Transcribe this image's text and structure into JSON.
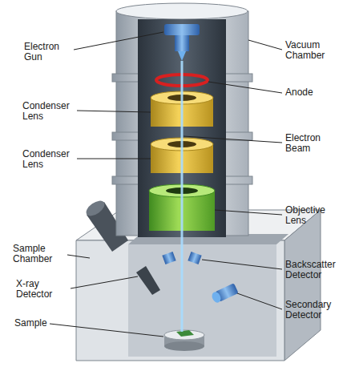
{
  "diagram": {
    "labels": [
      "Electron Gun",
      "Condenser Lens",
      "Condenser Lens",
      "Sample Chamber",
      "X-ray Detector",
      "Sample",
      "Vacuum Chamber",
      "Anode",
      "Electron Beam",
      "Objective Lens",
      "Backscatter Detector",
      "Secondary Detector"
    ]
  }
}
